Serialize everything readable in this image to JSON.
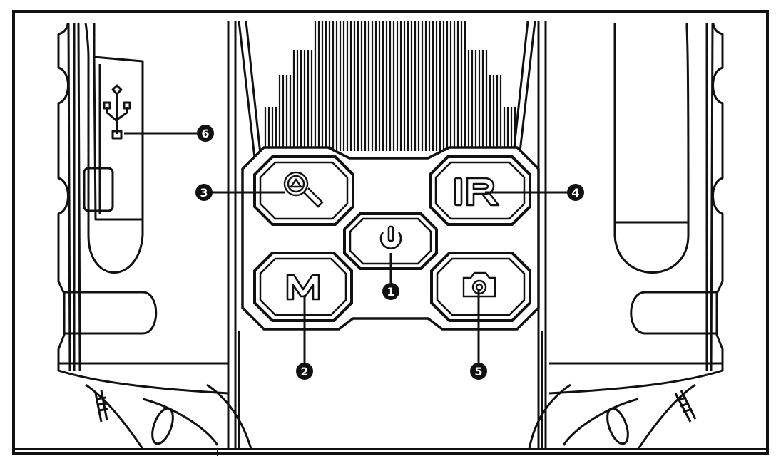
{
  "diagram": {
    "buttons": [
      {
        "id": "power",
        "icon": "power-icon"
      },
      {
        "id": "menu",
        "label": "M"
      },
      {
        "id": "review",
        "icon": "magnifier-review-icon"
      },
      {
        "id": "infrared",
        "label": "IR"
      },
      {
        "id": "shutter",
        "icon": "camera-icon"
      }
    ],
    "usb": {
      "icon": "usb-icon"
    },
    "callouts": [
      {
        "number": "1",
        "target": "power"
      },
      {
        "number": "2",
        "target": "menu"
      },
      {
        "number": "3",
        "target": "review"
      },
      {
        "number": "4",
        "target": "infrared"
      },
      {
        "number": "5",
        "target": "shutter"
      },
      {
        "number": "6",
        "target": "usb"
      }
    ],
    "colors": {
      "line": "#111111",
      "background": "#ffffff",
      "callout_fill": "#111111"
    }
  }
}
